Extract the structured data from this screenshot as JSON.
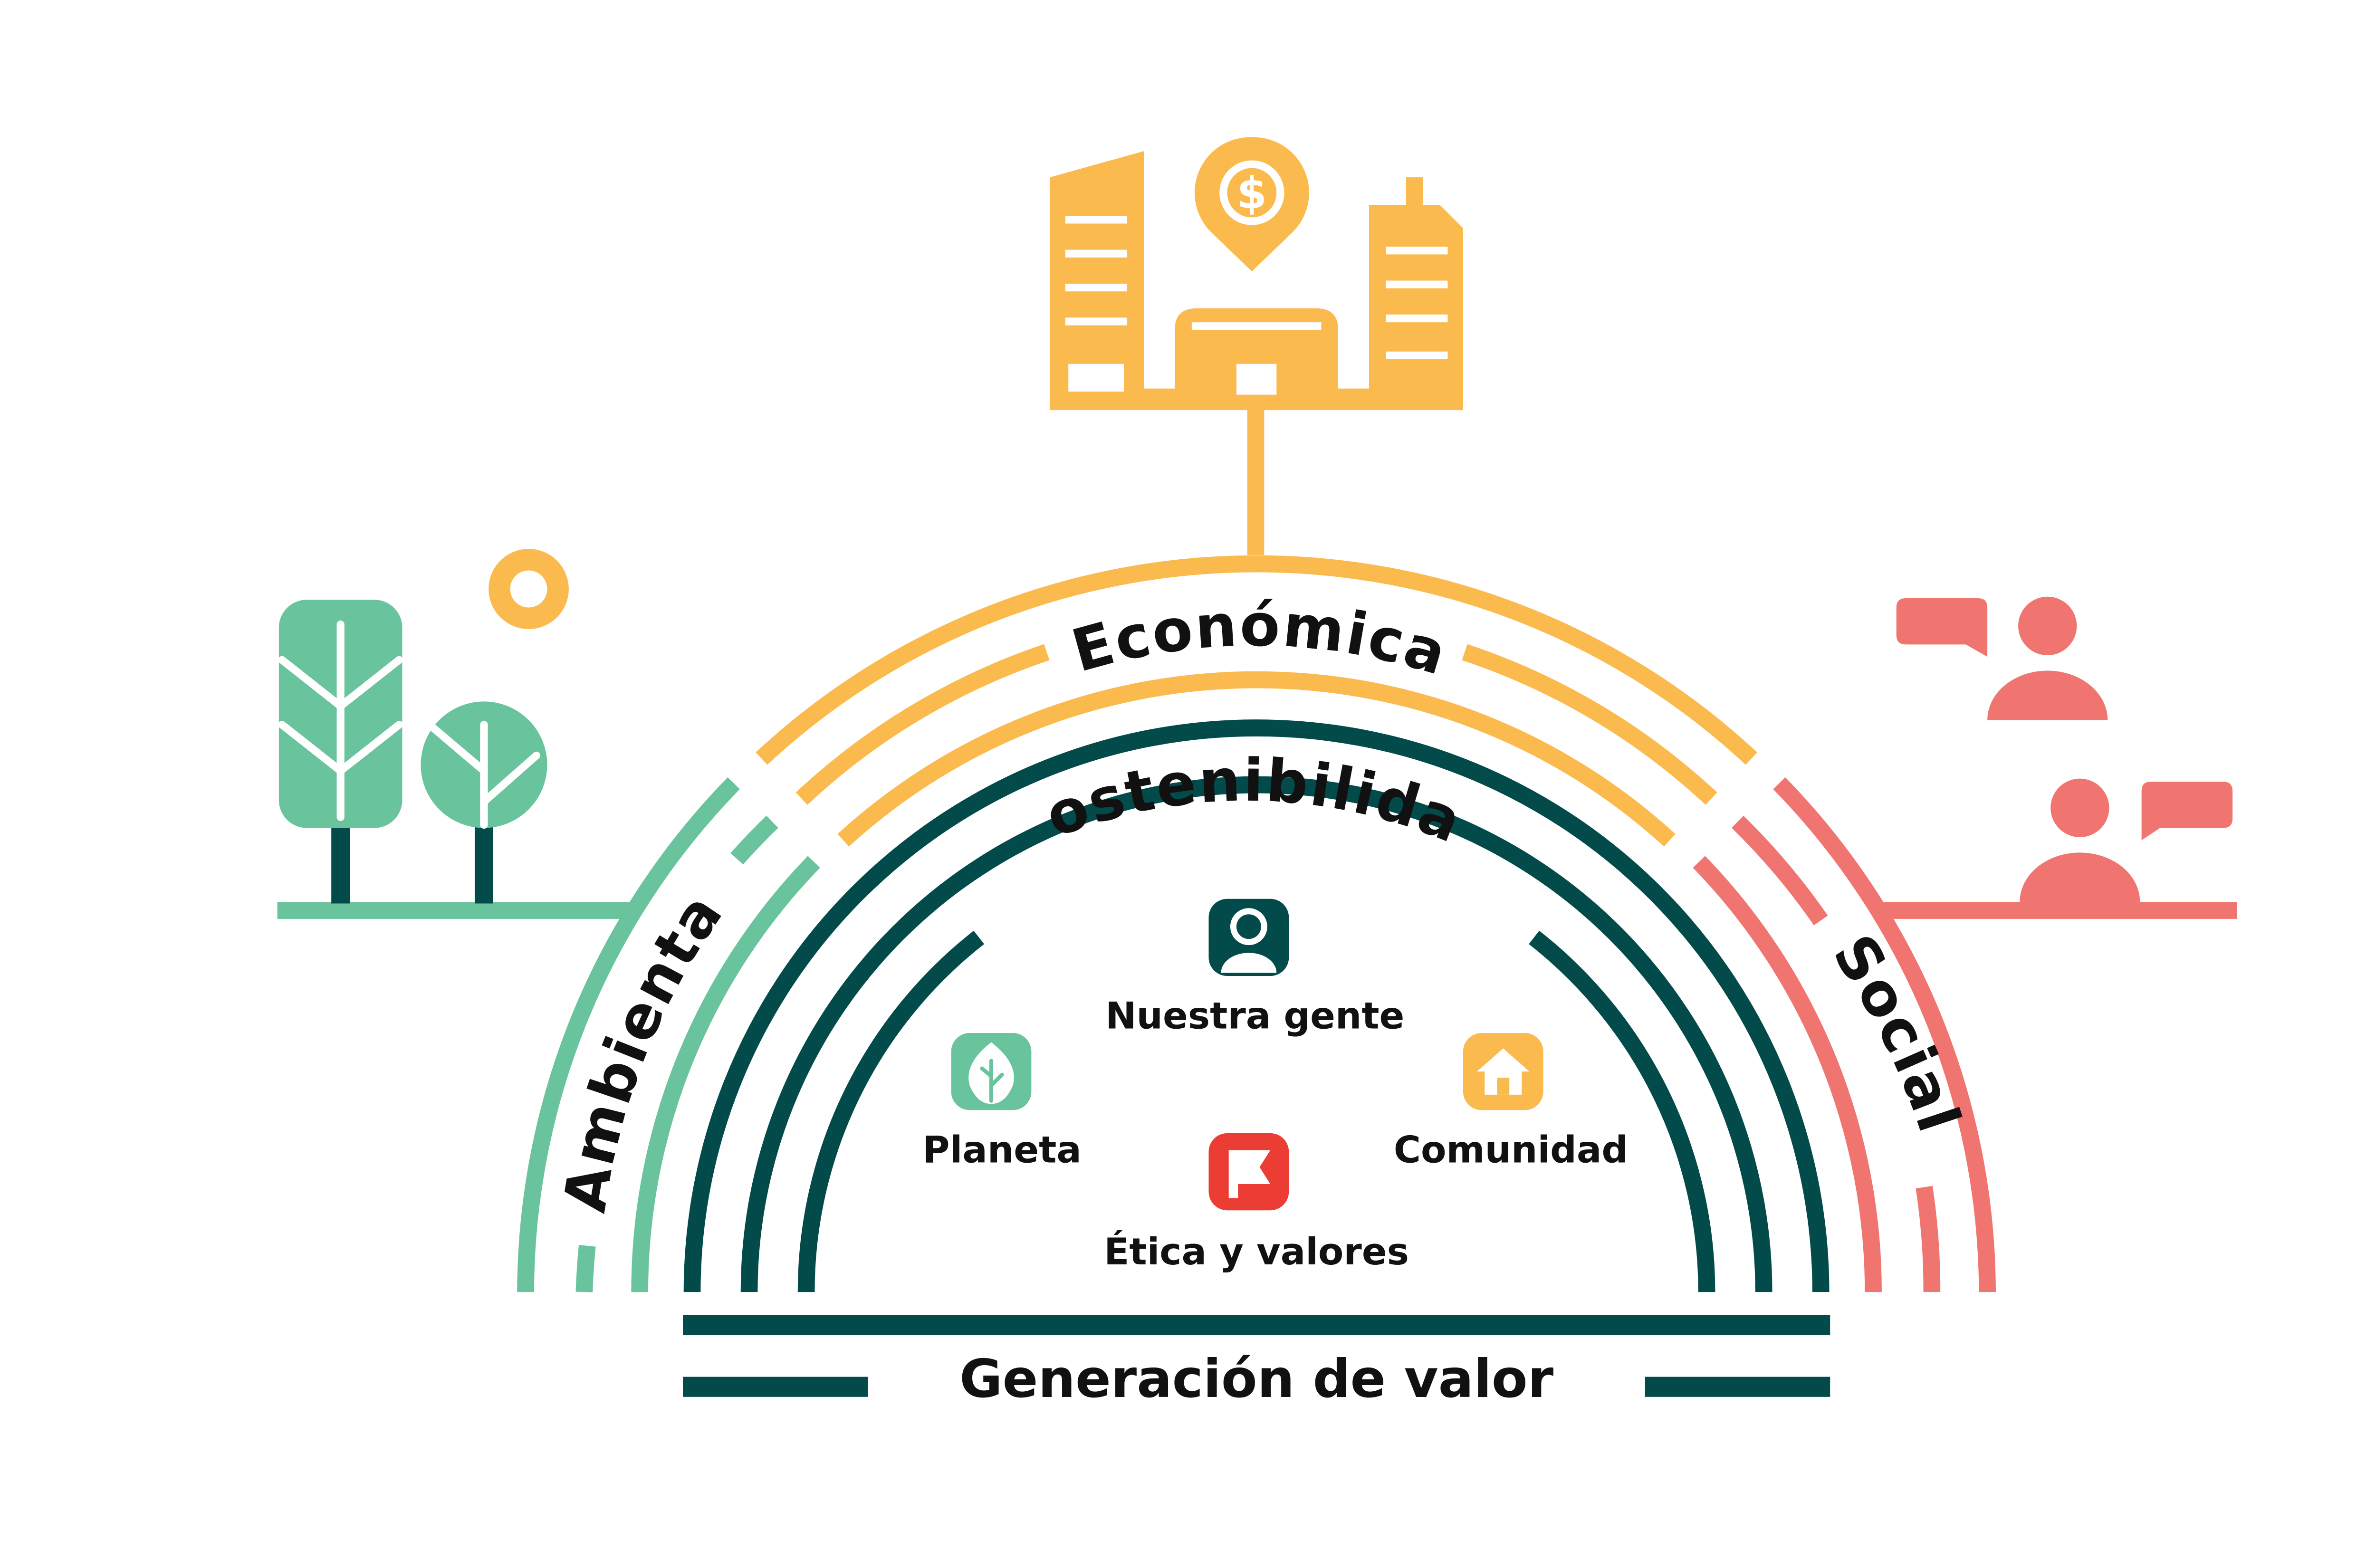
{
  "labels": {
    "economica": "Económica",
    "ambiental": "Ambiental",
    "social": "Social",
    "sostenibilidad": "Sostenibilidad",
    "base": "Generación de valor"
  },
  "items": {
    "nuestra_gente": "Nuestra gente",
    "planeta": "Planeta",
    "comunidad": "Comunidad",
    "etica": "Ética y valores"
  },
  "icons": {
    "city": "city-buildings-icon",
    "dollar_pin": "dollar-location-pin-icon",
    "trees": "trees-icon",
    "sun": "sun-icon",
    "people_chat": "people-chat-icon",
    "person": "person-icon",
    "leaf": "leaf-icon",
    "home": "home-icon",
    "flag": "flag-icon"
  },
  "colors": {
    "economica": "#FBBA4E",
    "ambiental": "#69C39C",
    "social": "#F07570",
    "sostenibilidad": "#034B4A",
    "flag_red": "#EC3D35",
    "text": "#111111"
  }
}
